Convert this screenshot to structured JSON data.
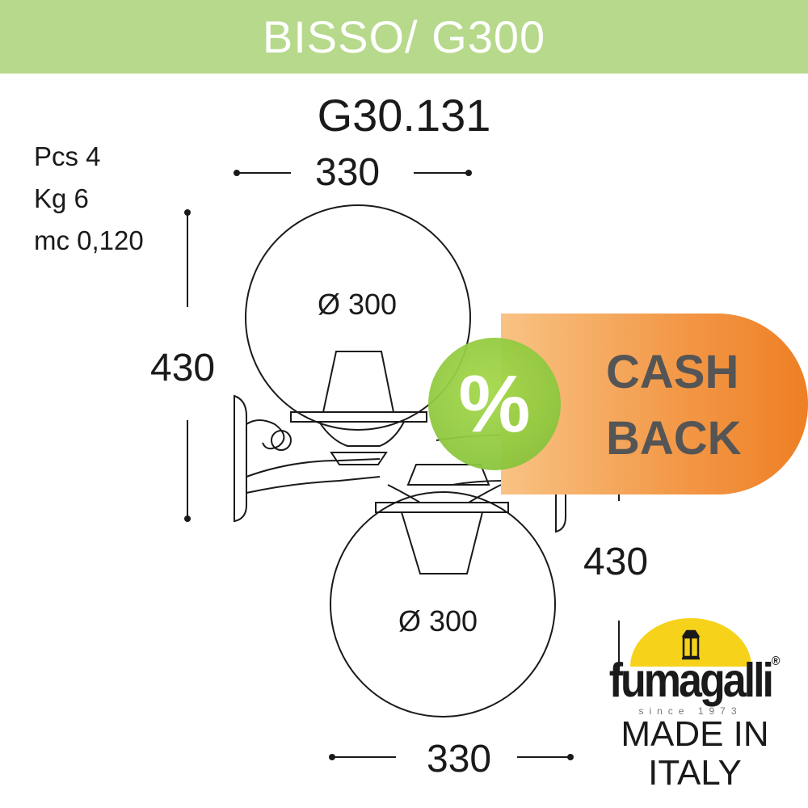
{
  "header": {
    "title": "BISSO/ G300"
  },
  "product": {
    "code": "G30.131"
  },
  "specs": {
    "pcs": "Pcs 4",
    "kg": "Kg 6",
    "mc": "mc 0,120"
  },
  "dimensions": {
    "top_width": "330",
    "top_height": "430",
    "top_globe": "Ø 300",
    "bottom_height": "430",
    "bottom_globe": "Ø 300",
    "bottom_width": "330"
  },
  "promo": {
    "percent": "%",
    "line1": "CASH",
    "line2": "BACK"
  },
  "brand": {
    "name": "fumagalli",
    "registered": "®",
    "since": "since 1973",
    "made_in": "MADE IN",
    "country": "ITALY",
    "logo_color": "#f6d21a"
  },
  "colors": {
    "banner": "#b6d98c",
    "promo_orange": "#f39a4a",
    "promo_green": "#8cc63e",
    "promo_text": "#555555"
  }
}
